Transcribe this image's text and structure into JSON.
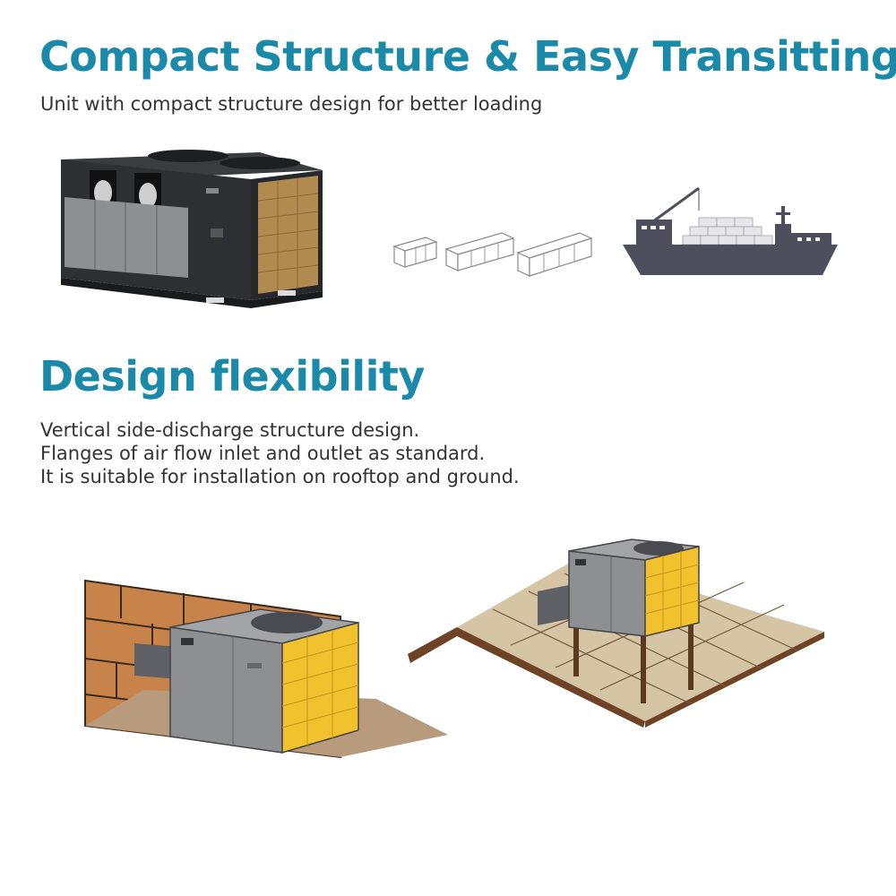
{
  "section1": {
    "title": "Compact Structure & Easy Transitting",
    "subtitle": "Unit with compact structure design for better loading"
  },
  "section2": {
    "title": "Design flexibility",
    "lines": [
      "Vertical side-discharge structure design.",
      "Flanges of air flow inlet and outlet as standard.",
      "It is suitable for installation on rooftop and ground."
    ]
  },
  "colors": {
    "heading": "#1a8aa8",
    "body_text": "#333333",
    "unit_dark": "#2d2f33",
    "coil_bronze": "#b08a4e",
    "ship": "#4d4f5c",
    "unit_grey": "#8e8f93",
    "coil_yellow": "#f2c12e",
    "wall_brick": "#c8834a",
    "ground_pad": "#b89a7c",
    "roof_tile": "#d6c5a5"
  },
  "icons": [
    "rooftop-unit",
    "container-stack",
    "cargo-ship",
    "ground-installation",
    "rooftop-installation"
  ]
}
